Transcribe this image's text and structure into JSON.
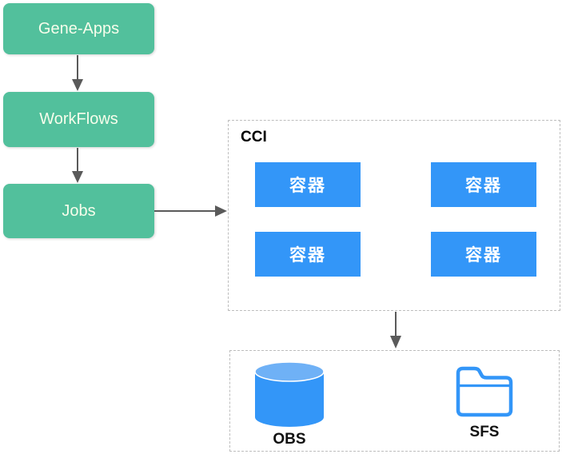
{
  "diagram": {
    "pipeline": [
      {
        "id": "gene-apps",
        "label": "Gene-Apps"
      },
      {
        "id": "workflows",
        "label": "WorkFlows"
      },
      {
        "id": "jobs",
        "label": "Jobs"
      }
    ],
    "cci": {
      "title": "CCI",
      "containers": [
        {
          "label": "容器"
        },
        {
          "label": "容器"
        },
        {
          "label": "容器"
        },
        {
          "label": "容器"
        }
      ]
    },
    "storage": [
      {
        "id": "obs",
        "label": "OBS",
        "icon": "database-cylinder-icon"
      },
      {
        "id": "sfs",
        "label": "SFS",
        "icon": "folder-icon"
      }
    ],
    "colors": {
      "node_green": "#52C09C",
      "node_text": "#F7FDEB",
      "container_blue": "#3396F8",
      "cylinder_top_blue": "#6FB1F6",
      "arrow_gray": "#5A5A5A",
      "dashed_border_gray": "#BDBDBD",
      "label_black": "#111111"
    }
  }
}
